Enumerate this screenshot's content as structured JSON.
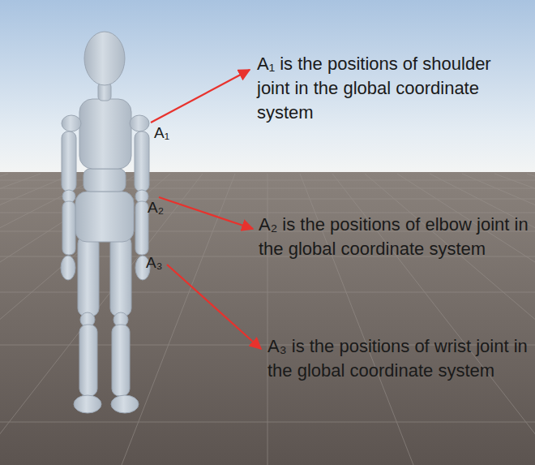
{
  "diagram": {
    "labels": [
      "A₁",
      "A₁ is the positions of shoulder joint in the global coordinate system",
      "A₂",
      "A₂ is the positions of elbow joint in the global coordinate system",
      "A₃",
      "A₃ is the positions of wrist joint in the global coordinate system"
    ]
  }
}
